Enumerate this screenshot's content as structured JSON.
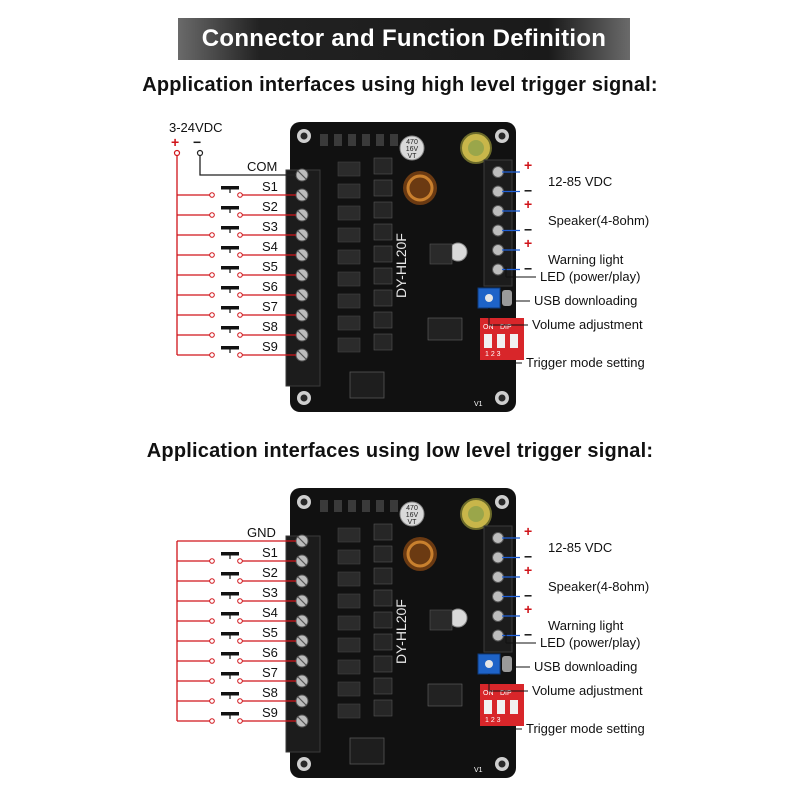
{
  "title": "Connector and Function Definition",
  "sections": [
    {
      "heading": "Application interfaces using high level trigger signal:",
      "supply": "3-24VDC",
      "supply_plus": "+",
      "supply_minus": "−",
      "common": "COM",
      "inputs": [
        "S1",
        "S2",
        "S3",
        "S4",
        "S5",
        "S6",
        "S7",
        "S8",
        "S9"
      ],
      "right_labels": {
        "power": "12-85 VDC",
        "speaker": "Speaker(4-8ohm)",
        "warning": "Warning light",
        "led": "LED (power/play)",
        "usb": "USB downloading",
        "volume": "Volume adjustment",
        "trigger": "Trigger mode setting"
      },
      "board_model": "DY-HL20F",
      "wire_color": "#d0141a"
    },
    {
      "heading": "Application interfaces using low level trigger signal:",
      "common": "GND",
      "inputs": [
        "S1",
        "S2",
        "S3",
        "S4",
        "S5",
        "S6",
        "S7",
        "S8",
        "S9"
      ],
      "right_labels": {
        "power": "12-85 VDC",
        "speaker": "Speaker(4-8ohm)",
        "warning": "Warning light",
        "led": "LED (power/play)",
        "usb": "USB downloading",
        "volume": "Volume adjustment",
        "trigger": "Trigger mode setting"
      },
      "board_model": "DY-HL20F",
      "wire_color": "#d0141a"
    }
  ],
  "board_marks": {
    "cap_label_1": "470",
    "cap_label_2": "16V",
    "cap_label_3": "VT",
    "dip_on": "ON",
    "dip_dip": "DIP",
    "dip_nums": "1 2 3",
    "version": "V1"
  },
  "colors": {
    "board": "#111111",
    "terminal": "#1c1c1c",
    "wire_red": "#d0141a",
    "wire_blue": "#1f5fd6",
    "dip_red": "#d8262a",
    "pot_blue": "#1e63c8"
  }
}
